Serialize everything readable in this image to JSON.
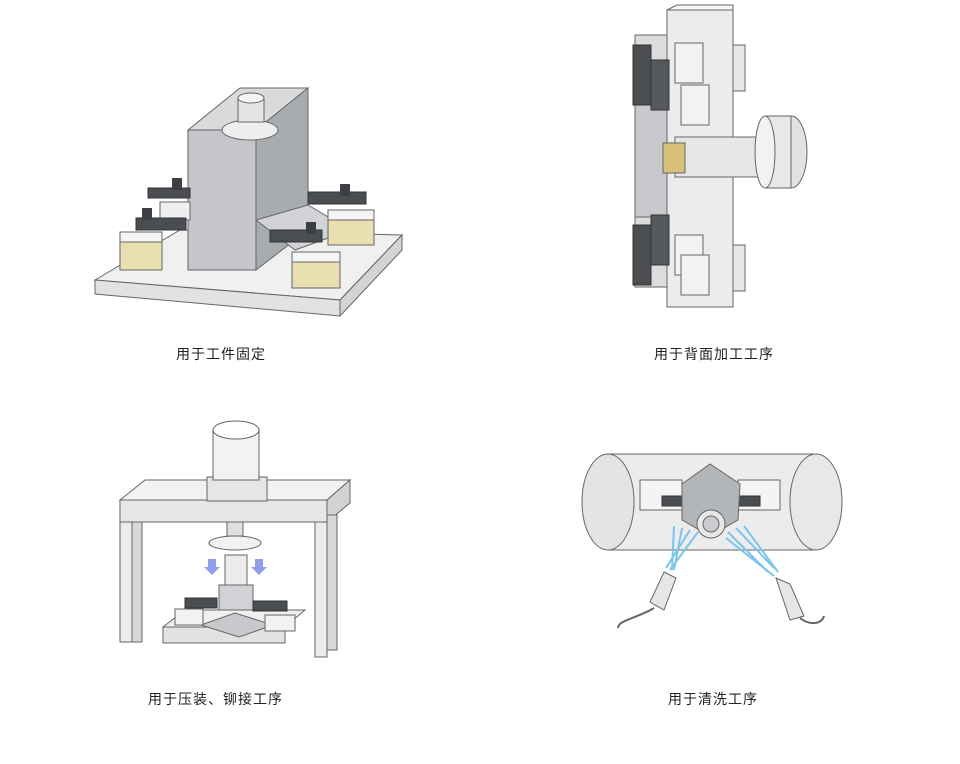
{
  "panels": [
    {
      "caption": "用于工件固定"
    },
    {
      "caption": "用于背面加工工序"
    },
    {
      "caption": "用于压装、铆接工序"
    },
    {
      "caption": "用于清洗工序"
    }
  ],
  "colors": {
    "steel": "#c7c9cc",
    "steel_light": "#e6e7e9",
    "steel_dark": "#9fa2a6",
    "clamp_dark": "#4a4d52",
    "brass": "#eadfb0",
    "base": "#eeeeee",
    "line": "#555555",
    "spray": "#7cc4ec",
    "arrow": "#8fa0e6"
  }
}
